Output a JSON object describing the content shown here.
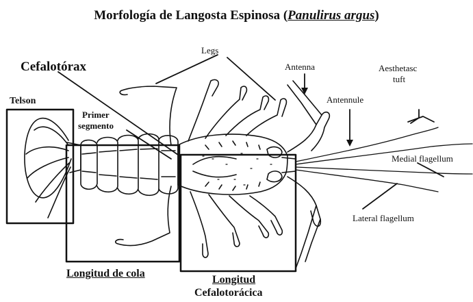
{
  "title": {
    "prefix": "Morfología de Langosta Espinosa (",
    "species": "Panulirus argus",
    "suffix": ")"
  },
  "labels": {
    "cefalotorax": "Cefalotórax",
    "telson": "Telson",
    "primer_line1": "Primer",
    "primer_line2": "segmento",
    "legs": "Legs",
    "antenna": "Antenna",
    "aesthetasc_line1": "Aesthetasc",
    "aesthetasc_line2": "tuft",
    "antennule": "Antennule",
    "medial_flagellum": "Medial flagellum",
    "lateral_flagellum": "Lateral flagellum",
    "longitud_cola": "Longitud de cola",
    "longitud_line1": "Longitud",
    "longitud_line2": "Cefalotorácica"
  },
  "colors": {
    "ink": "#111111",
    "background": "#ffffff"
  }
}
